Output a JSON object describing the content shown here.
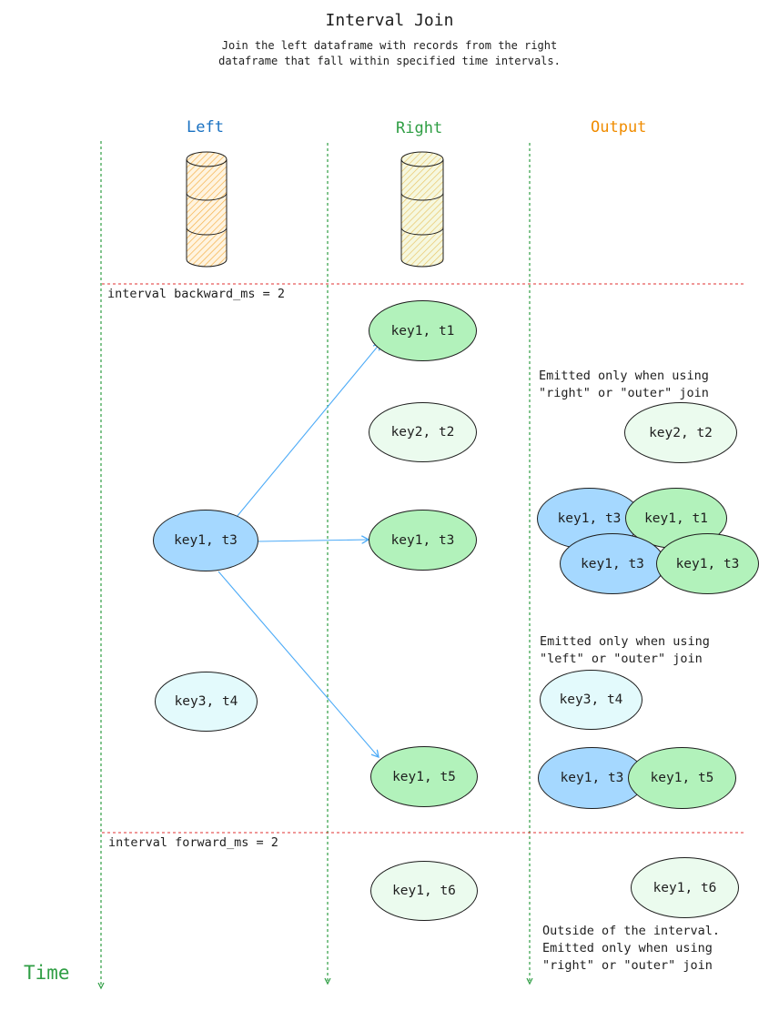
{
  "header": {
    "title": "Interval Join",
    "subtitle": "Join the left dataframe with records from the right\ndataframe that fall within specified time intervals."
  },
  "columns": {
    "left": "Left",
    "right": "Right",
    "output": "Output"
  },
  "intervals": {
    "backward": "interval backward_ms = 2",
    "forward": "interval forward_ms = 2"
  },
  "axis": {
    "time_label": "Time"
  },
  "records": {
    "left_key1_t3": "key1, t3",
    "left_key3_t4": "key3, t4",
    "right_key1_t1": "key1, t1",
    "right_key2_t2": "key2, t2",
    "right_key1_t3": "key1, t3",
    "right_key1_t5": "key1, t5",
    "right_key1_t6": "key1, t6"
  },
  "output": {
    "note_right_outer": "Emitted only when using\n\"right\" or \"outer\" join",
    "key2_t2": "key2, t2",
    "pair1_left": "key1, t3",
    "pair1_right": "key1, t1",
    "pair2_left": "key1, t3",
    "pair2_right": "key1, t3",
    "note_left_outer": "Emitted only when using\n\"left\" or \"outer\" join",
    "key3_t4": "key3, t4",
    "pair3_left": "key1, t3",
    "pair3_right": "key1, t5",
    "key1_t6": "key1, t6",
    "note_outside": "Outside of the interval.\nEmitted only when using\n\"right\" or \"outer\" join"
  },
  "colors": {
    "left": "#1971c2",
    "right": "#2f9e44",
    "output": "#f08c00",
    "interval_line": "#e03131",
    "arrow": "#4dabf7"
  }
}
